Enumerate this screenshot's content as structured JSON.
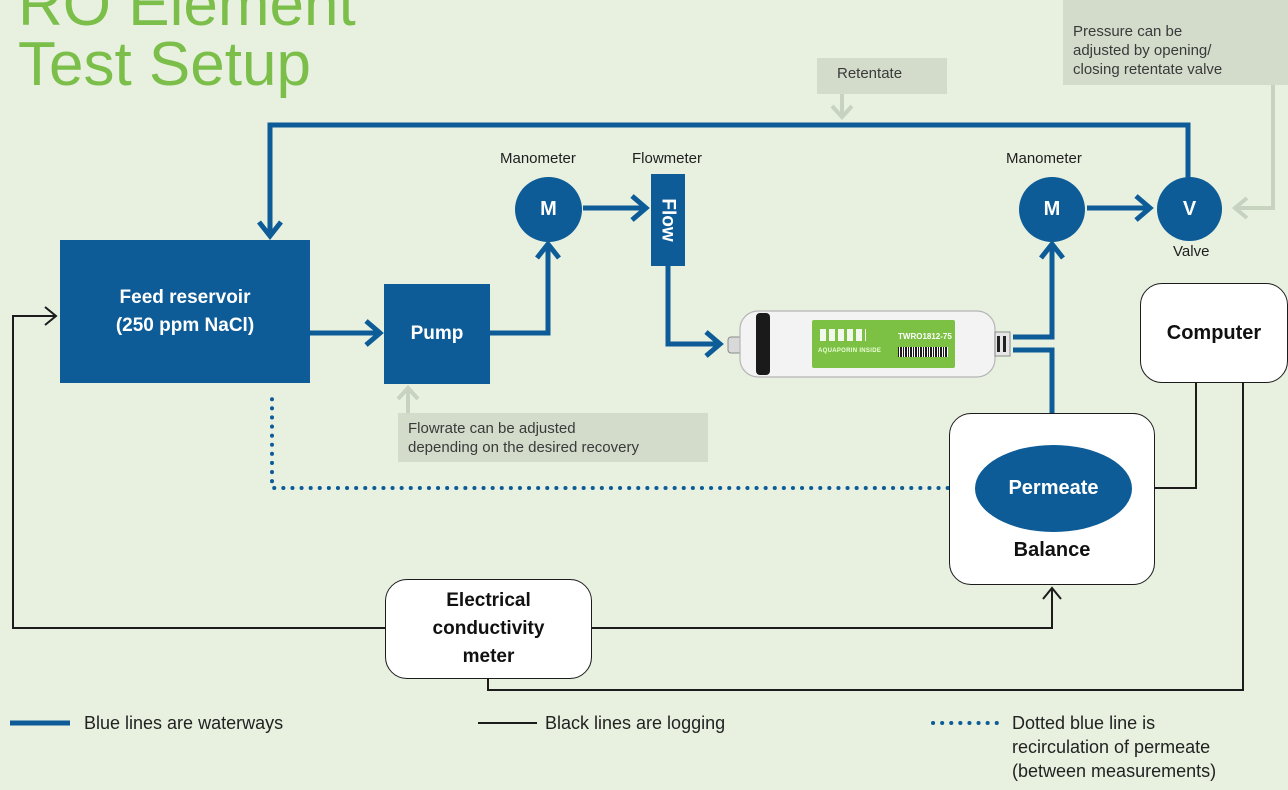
{
  "title": {
    "line1": "RO Element",
    "line2": "Test Setup"
  },
  "labels": {
    "manometer_left": "Manometer",
    "flowmeter": "Flowmeter",
    "manometer_right": "Manometer",
    "valve": "Valve"
  },
  "nodes": {
    "feed_reservoir_line1": "Feed reservoir",
    "feed_reservoir_line2": "(250 ppm NaCl)",
    "pump": "Pump",
    "manometer_symbol_left": "M",
    "flow": "Flow",
    "manometer_symbol_right": "M",
    "valve_symbol": "V",
    "computer": "Computer",
    "permeate": "Permeate",
    "balance": "Balance",
    "ec_meter_line1": "Electrical",
    "ec_meter_line2": "conductivity",
    "ec_meter_line3": "meter"
  },
  "notes": {
    "retentate": "Retentate",
    "pressure_line1": "Pressure can be",
    "pressure_line2": "adjusted by opening/",
    "pressure_line3": "closing retentate valve",
    "flowrate_line1": "Flowrate can be adjusted",
    "flowrate_line2": "depending on the desired recovery"
  },
  "module": {
    "brand": "AQUAPORIN INSIDE",
    "model": "TWRO1812-75"
  },
  "legend": {
    "waterways": "Blue lines are waterways",
    "logging": "Black lines are logging",
    "dotted_line1": "Dotted blue line is",
    "dotted_line2": "recirculation of permeate",
    "dotted_line3": "(between measurements)"
  },
  "colors": {
    "water": "#0d5c97",
    "logging": "#1c1c1c",
    "title": "#7bbf4a",
    "note_bg": "#d3dccb",
    "annotation_arrow": "#c7d3be"
  }
}
